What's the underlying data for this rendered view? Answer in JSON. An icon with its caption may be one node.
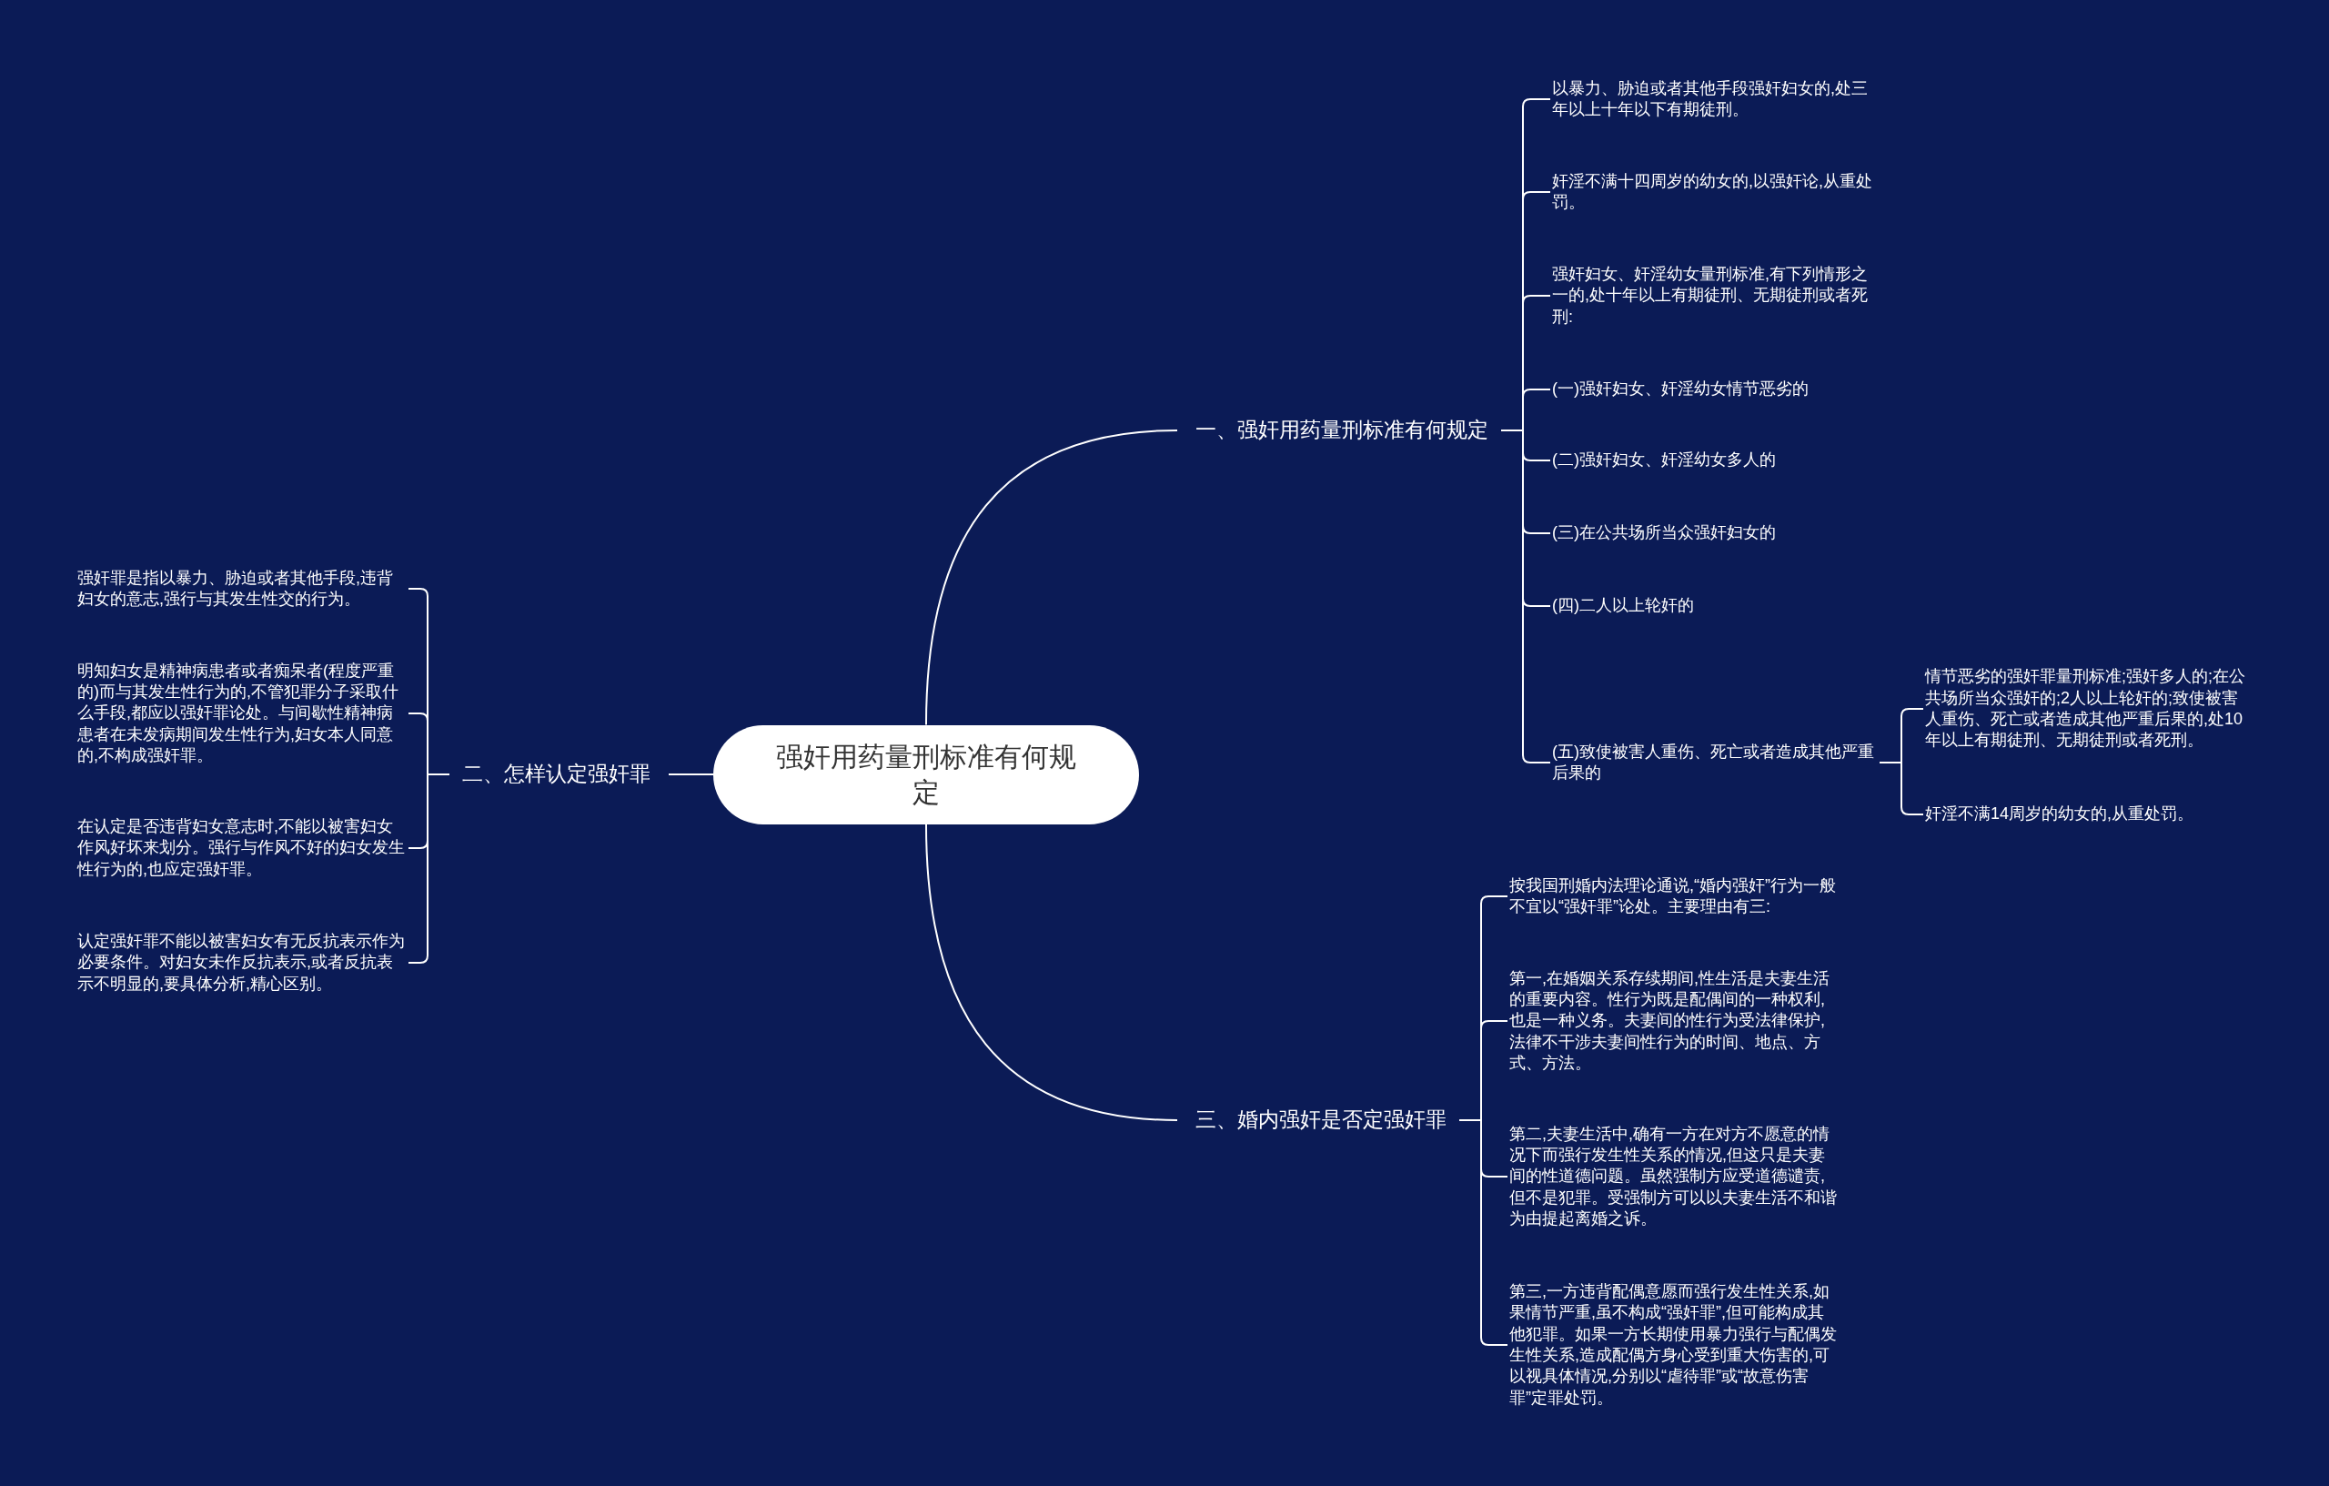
{
  "diagram": {
    "nodes": [
      {
        "text": [
          "强奸用药量刑标准有何规定"
        ]
      },
      {
        "text": [
          "一、强奸用药量刑标准有何规定"
        ]
      },
      {
        "text": [
          "以暴力、胁迫或者其他手段强奸妇女的,处三年以上十年以下有期徒刑。"
        ]
      },
      {
        "text": [
          "奸淫不满十四周岁的幼女的,以强奸论,从重处罚。"
        ]
      },
      {
        "text": [
          "强奸妇女、奸淫幼女量刑标准,有下列情形之一的,处十年以上有期徒刑、无期徒刑或者死刑:"
        ]
      },
      {
        "text": [
          "(一)强奸妇女、奸淫幼女情节恶劣的"
        ]
      },
      {
        "text": [
          "(二)强奸妇女、奸淫幼女多人的"
        ]
      },
      {
        "text": [
          "(三)在公共场所当众强奸妇女的"
        ]
      },
      {
        "text": [
          "(四)二人以上轮奸的"
        ]
      },
      {
        "text": [
          "(五)致使被害人重伤、死亡或者造成其他严重后果的"
        ]
      },
      {
        "text": [
          "情节恶劣的强奸罪量刑标准;强奸多人的;在公共场所当众强奸的;2人以上轮奸的;致使被害人重伤、死亡或者造成其他严重后果的,处10年以上有期徒刑、无期徒刑或者死刑。"
        ]
      },
      {
        "text": [
          "奸淫不满14周岁的幼女的,从重处罚。"
        ]
      },
      {
        "text": [
          "三、婚内强奸是否定强奸罪"
        ]
      },
      {
        "text": [
          "按我国刑婚内法理论通说,“婚内强奸”行为一般不宜以“强奸罪”论处。主要理由有三:"
        ]
      },
      {
        "text": [
          "第一,在婚姻关系存续期间,性生活是夫妻生活的重要内容。性行为既是配偶间的一种权利,也是一种义务。夫妻间的性行为受法律保护,法律不干涉夫妻间性行为的时间、地点、方式、方法。"
        ]
      },
      {
        "text": [
          "第二,夫妻生活中,确有一方在对方不愿意的情况下而强行发生性关系的情况,但这只是夫妻间的性道德问题。虽然强制方应受道德谴责,但不是犯罪。受强制方可以以夫妻生活不和谐为由提起离婚之诉。"
        ]
      },
      {
        "text": [
          "第三,一方违背配偶意愿而强行发生性关系,如果情节严重,虽不构成“强奸罪”,但可能构成其他犯罪。如果一方长期使用暴力强行与配偶发生性关系,造成配偶方身心受到重大伤害的,可以视具体情况,分别以“虐待罪”或“故意伤害罪”定罪处罚。"
        ]
      },
      {
        "text": [
          "二、怎样认定强奸罪"
        ]
      },
      {
        "text": [
          "强奸罪是指以暴力、胁迫或者其他手段,违背妇女的意志,强行与其发生性交的行为。"
        ]
      },
      {
        "text": [
          "明知妇女是精神病患者或者痴呆者(程度严重的)而与其发生性行为的,不管犯罪分子采取什么手段,都应以强奸罪论处。与间歇性精神病患者在未发病期间发生性行为,妇女本人同意的,不构成强奸罪。"
        ]
      },
      {
        "text": [
          "在认定是否违背妇女意志时,不能以被害妇女作风好坏来划分。强行与作风不好的妇女发生性行为的,也应定强奸罪。"
        ]
      },
      {
        "text": [
          "认定强奸罪不能以被害妇女有无反抗表示作为必要条件。对妇女未作反抗表示,或者反抗表示不明显的,要具体分析,精心区别。"
        ]
      }
    ],
    "edges": [
      {
        "from": 0,
        "to": 1,
        "arrow": "none"
      },
      {
        "from": 1,
        "to": 2,
        "arrow": "none"
      },
      {
        "from": 1,
        "to": 3,
        "arrow": "none"
      },
      {
        "from": 1,
        "to": 4,
        "arrow": "none"
      },
      {
        "from": 1,
        "to": 5,
        "arrow": "none"
      },
      {
        "from": 1,
        "to": 6,
        "arrow": "none"
      },
      {
        "from": 1,
        "to": 7,
        "arrow": "none"
      },
      {
        "from": 1,
        "to": 8,
        "arrow": "none"
      },
      {
        "from": 1,
        "to": 9,
        "arrow": "none"
      },
      {
        "from": 9,
        "to": 10,
        "arrow": "none"
      },
      {
        "from": 9,
        "to": 11,
        "arrow": "none"
      },
      {
        "from": 0,
        "to": 12,
        "arrow": "none"
      },
      {
        "from": 12,
        "to": 13,
        "arrow": "none"
      },
      {
        "from": 12,
        "to": 14,
        "arrow": "none"
      },
      {
        "from": 12,
        "to": 15,
        "arrow": "none"
      },
      {
        "from": 12,
        "to": 16,
        "arrow": "none"
      },
      {
        "from": 0,
        "to": 17,
        "arrow": "none"
      },
      {
        "from": 17,
        "to": 18,
        "arrow": "none"
      },
      {
        "from": 17,
        "to": 19,
        "arrow": "none"
      },
      {
        "from": 17,
        "to": 20,
        "arrow": "none"
      },
      {
        "from": 17,
        "to": 21,
        "arrow": "none"
      }
    ]
  }
}
